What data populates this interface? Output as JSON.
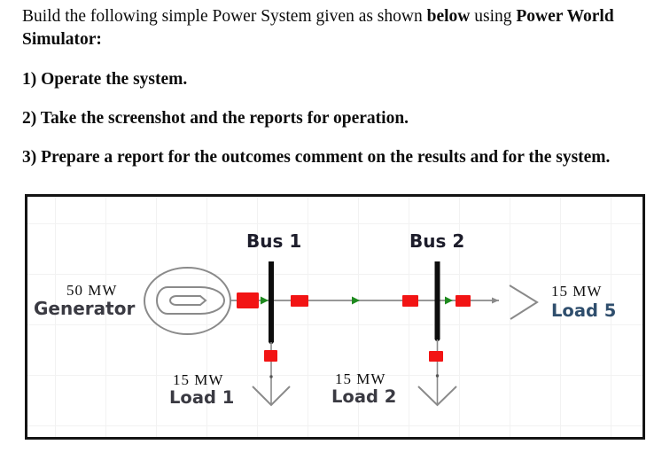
{
  "document": {
    "intro": {
      "seg1": "Build the following simple Power System given as shown ",
      "seg2_bold": "below",
      "seg3": " using ",
      "seg4_bold": "Power World",
      "line2_bold": "Simulator:"
    },
    "items": {
      "item1": "1) Operate the system.",
      "item2": "2) Take the screenshot and the reports for operation.",
      "item3": "3) Prepare a report for the outcomes comment on the results and for the system."
    }
  },
  "diagram": {
    "bus1_label": "Bus 1",
    "bus2_label": "Bus 2",
    "generator": {
      "rating": "50 MW",
      "name": "Generator"
    },
    "load1": {
      "rating": "15 MW",
      "name": "Load 1"
    },
    "load2": {
      "rating": "15 MW",
      "name": "Load 2"
    },
    "load5": {
      "rating": "15 MW",
      "name": "Load 5"
    },
    "colors": {
      "breaker_red": "#f21414",
      "flow_arrow_green": "#1e8a1e",
      "line_gray": "#8a8a8a",
      "bus_black": "#0d0d0d"
    }
  }
}
